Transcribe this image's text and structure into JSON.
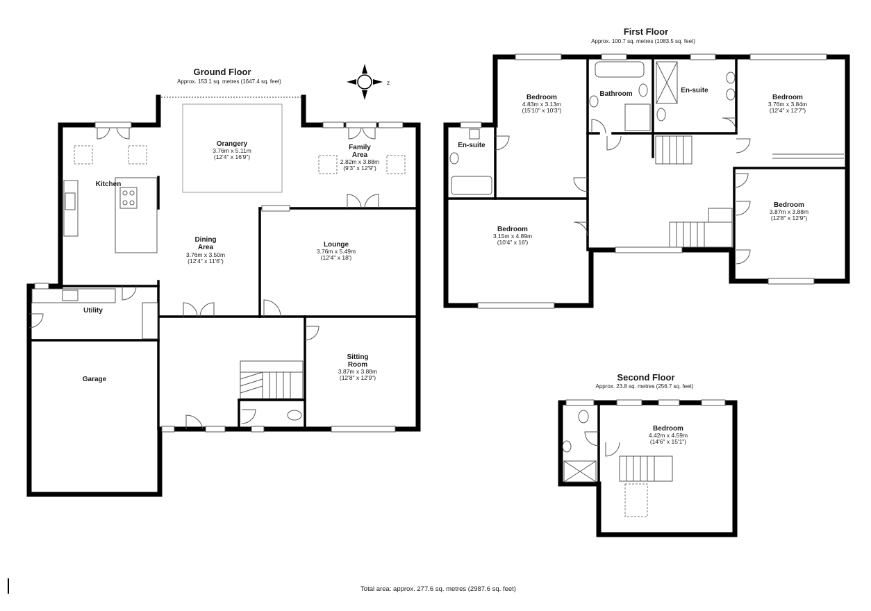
{
  "floors": {
    "ground": {
      "title": "Ground Floor",
      "area": "Approx. 153.1 sq. metres (1647.4 sq. feet)",
      "rooms": {
        "kitchen": {
          "name": "Kitchen"
        },
        "orangery": {
          "name": "Orangery",
          "dim_m": "3.76m x 5.11m",
          "dim_ft": "(12'4\" x 16'9\")"
        },
        "family": {
          "name_1": "Family",
          "name_2": "Area",
          "dim_m": "2.82m x 3.88m",
          "dim_ft": "(9'3\" x 12'9\")"
        },
        "dining": {
          "name_1": "Dining",
          "name_2": "Area",
          "dim_m": "3.76m x 3.50m",
          "dim_ft": "(12'4\" x 11'6\")"
        },
        "lounge": {
          "name": "Lounge",
          "dim_m": "3.76m x 5.49m",
          "dim_ft": "(12'4\" x 18')"
        },
        "utility": {
          "name": "Utility"
        },
        "garage": {
          "name": "Garage"
        },
        "sitting": {
          "name_1": "Sitting",
          "name_2": "Room",
          "dim_m": "3.87m x 3.88m",
          "dim_ft": "(12'8\" x 12'9\")"
        }
      }
    },
    "first": {
      "title": "First Floor",
      "area": "Approx. 100.7 sq. metres (1083.5 sq. feet)",
      "rooms": {
        "bedroom1": {
          "name": "Bedroom",
          "dim_m": "4.83m x 3.13m",
          "dim_ft": "(15'10\" x 10'3\")"
        },
        "bathroom": {
          "name": "Bathroom"
        },
        "ensuite_top": {
          "name": "En-suite"
        },
        "bedroom2": {
          "name": "Bedroom",
          "dim_m": "3.76m x 3.84m",
          "dim_ft": "(12'4\" x 12'7\")"
        },
        "ensuite_left": {
          "name": "En-suite"
        },
        "bedroom3": {
          "name": "Bedroom",
          "dim_m": "3.15m x 4.89m",
          "dim_ft": "(10'4\" x 16')"
        },
        "bedroom4": {
          "name": "Bedroom",
          "dim_m": "3.87m x 3.88m",
          "dim_ft": "(12'8\" x 12'9\")"
        }
      }
    },
    "second": {
      "title": "Second Floor",
      "area": "Approx. 23.8 sq. metres (256.7 sq. feet)",
      "rooms": {
        "bedroom": {
          "name": "Bedroom",
          "dim_m": "4.42m x 4.59m",
          "dim_ft": "(14'6\" x 15'1\")"
        }
      }
    }
  },
  "compass": {
    "label": "z"
  },
  "footer": {
    "total": "Total area: approx. 277.6 sq. metres (2987.6 sq. feet)"
  }
}
